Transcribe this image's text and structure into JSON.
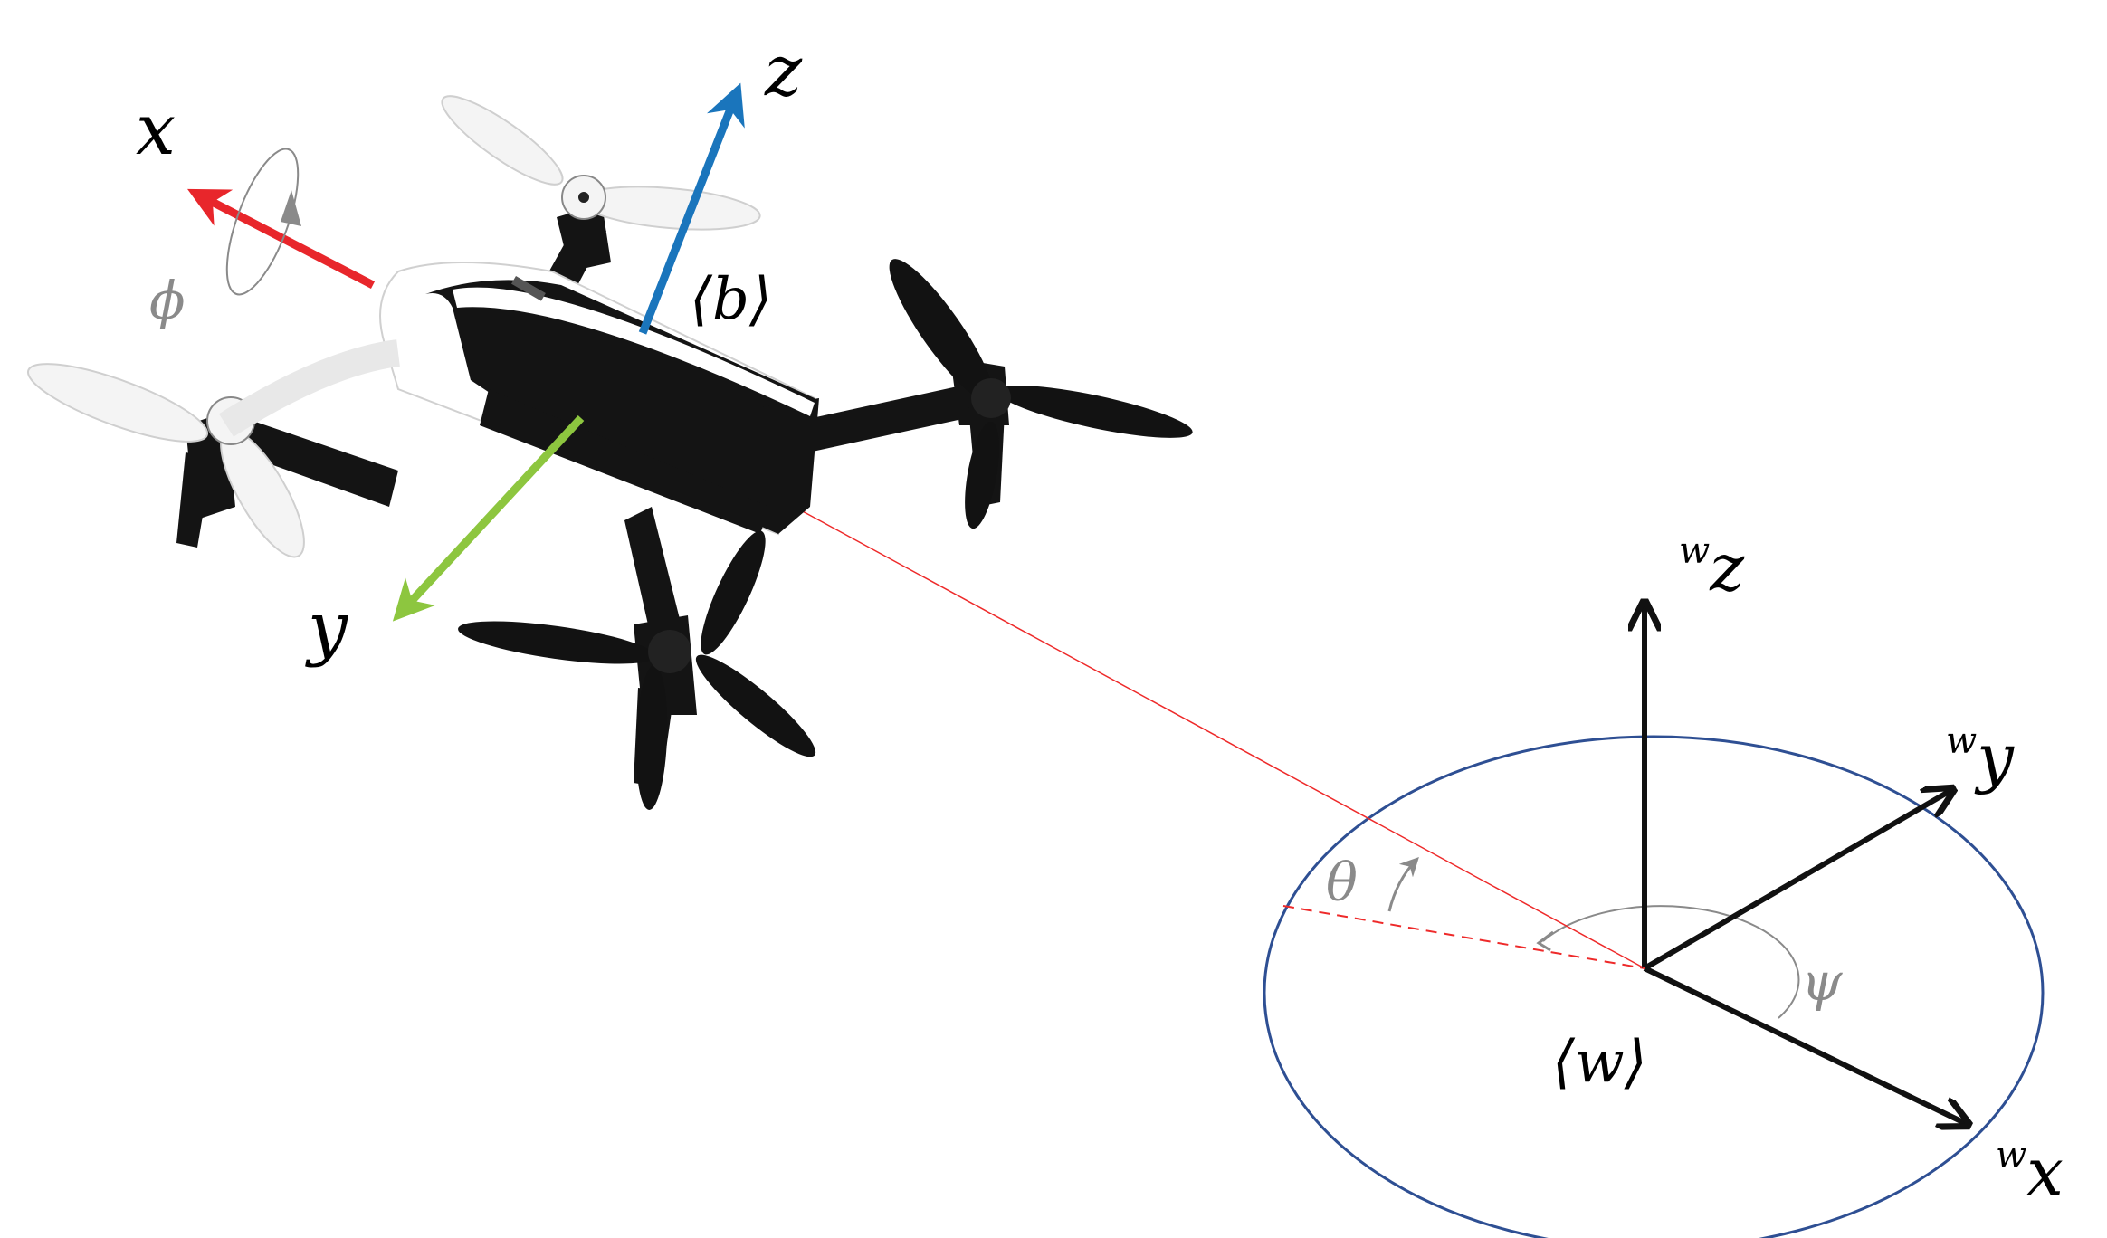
{
  "body_frame": {
    "name": "⟨b⟩",
    "axes": {
      "x": {
        "label": "x",
        "color": "#e8262b"
      },
      "y": {
        "label": "y",
        "color": "#8dc63f"
      },
      "z": {
        "label": "z",
        "color": "#1a75bc"
      }
    },
    "roll_label": "ϕ"
  },
  "world_frame": {
    "name": "⟨w⟩",
    "superscript": "w",
    "axes": {
      "x": {
        "label": "x",
        "color": "#111111"
      },
      "y": {
        "label": "y",
        "color": "#111111"
      },
      "z": {
        "label": "z",
        "color": "#111111"
      }
    },
    "pitch_label": "θ",
    "yaw_label": "ψ",
    "ellipse_color": "#2e4f93"
  },
  "angle_color": "#8a8a8a",
  "link_line_color": "#ee2a2a",
  "drone": {
    "body_white": "#ffffff",
    "body_black": "#141414",
    "propeller_white": "#f4f4f4",
    "propeller_black": "#121212"
  }
}
